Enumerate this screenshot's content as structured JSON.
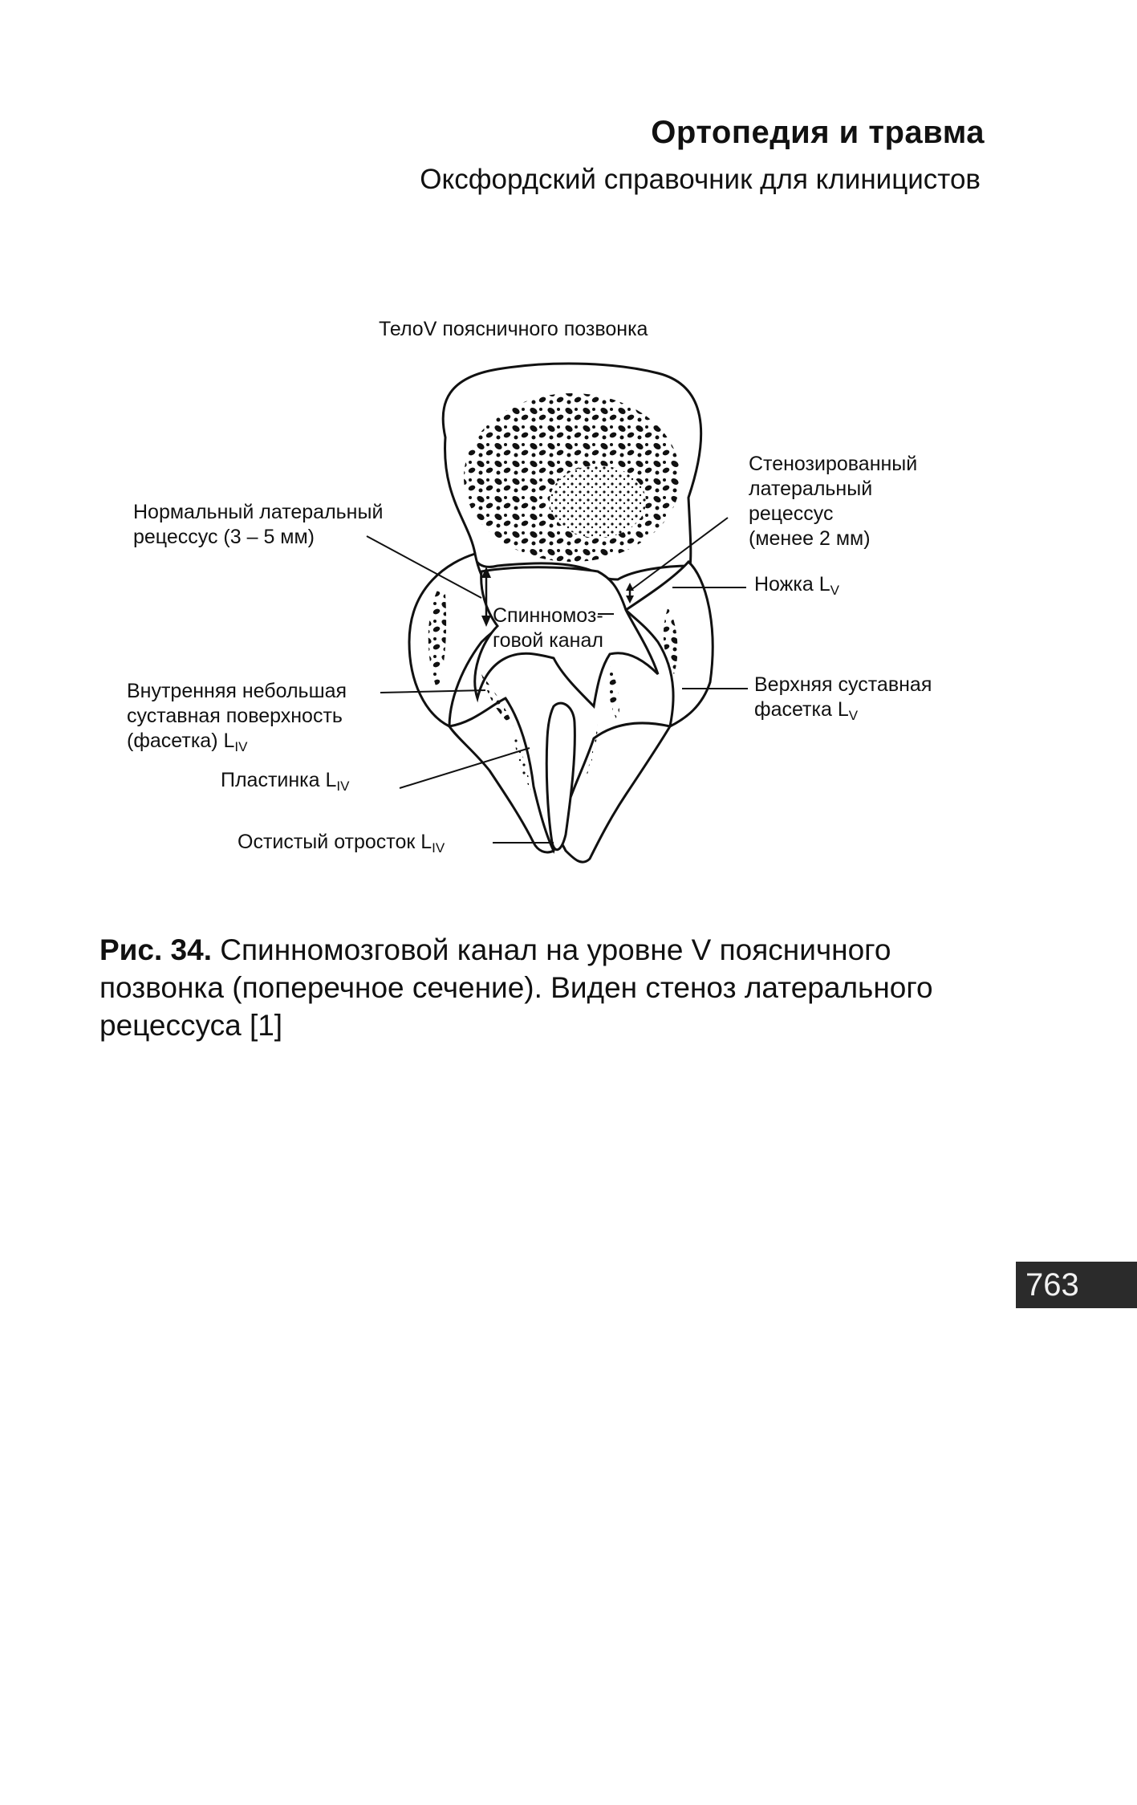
{
  "header": {
    "title": "Ортопедия и травма",
    "subtitle": "Оксфордский справочник для клиницистов"
  },
  "figure": {
    "top_label": "ТелоV поясничного позвонка",
    "normal_recess": [
      "Нормальный латеральный",
      "рецессус (3 – 5 мм)"
    ],
    "stenotic_recess": [
      "Стенозированный",
      "латеральный",
      "рецессус",
      "(менее 2 мм)"
    ],
    "canal": [
      "Спинномоз-",
      "говой канал"
    ],
    "pedicle": {
      "text": "Ножка L",
      "sub": "V"
    },
    "superior_facet": {
      "line1": "Верхняя суставная",
      "line2_text": "фасетка L",
      "sub": "V"
    },
    "inferior_facet": {
      "line1": "Внутренняя небольшая",
      "line2": "суставная поверхность",
      "line3_text": "(фасетка) L",
      "sub": "IV"
    },
    "lamina": {
      "text": "Пластинка L",
      "sub": "IV"
    },
    "spinous": {
      "text": "Остистый отросток L",
      "sub": "IV"
    }
  },
  "caption": {
    "prefix": "Рис. 34.",
    "text": " Спинномозговой канал на уровне V поясничного позвонка (поперечное сечение). Виден стеноз латерального рецессуса [1]"
  },
  "page_number": "763"
}
